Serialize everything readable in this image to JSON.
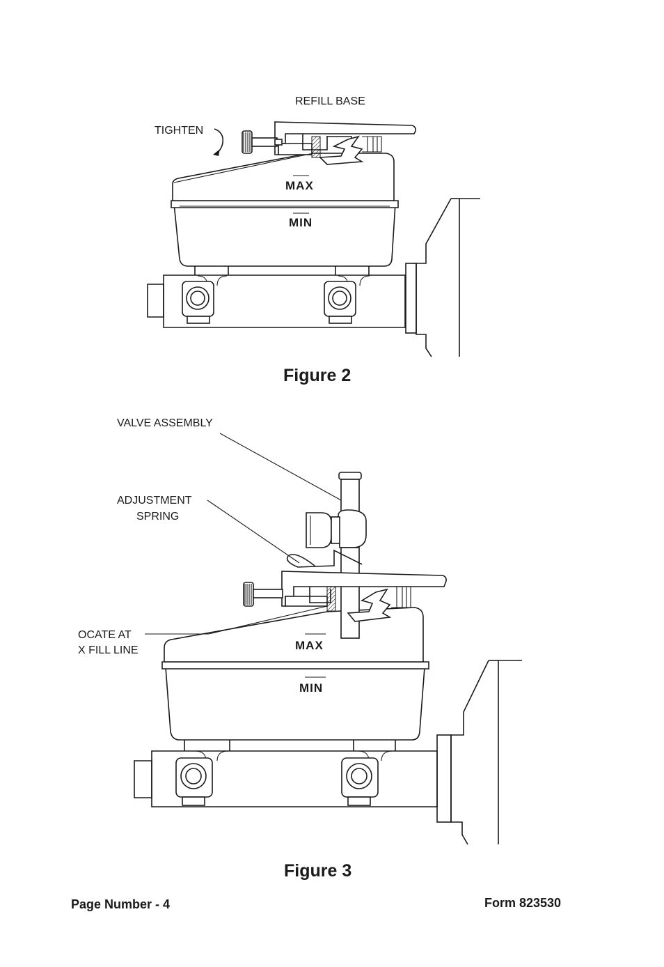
{
  "figure2": {
    "caption": "Figure 2",
    "labels": {
      "refill_base": "REFILL  BASE",
      "tighten": "TIGHTEN"
    },
    "marks": {
      "max": "MAX",
      "min": "MIN"
    }
  },
  "figure3": {
    "caption": "Figure 3",
    "labels": {
      "valve_assembly": "VALVE ASSEMBLY",
      "adjustment_spring_line1": "ADJUSTMENT",
      "adjustment_spring_line2": "SPRING",
      "locate_line1": "OCATE AT",
      "locate_line2": "X FILL LINE"
    },
    "marks": {
      "max": "MAX",
      "min": "MIN"
    }
  },
  "footer": {
    "page_number": "Page Number - 4",
    "form": "Form 823530"
  }
}
